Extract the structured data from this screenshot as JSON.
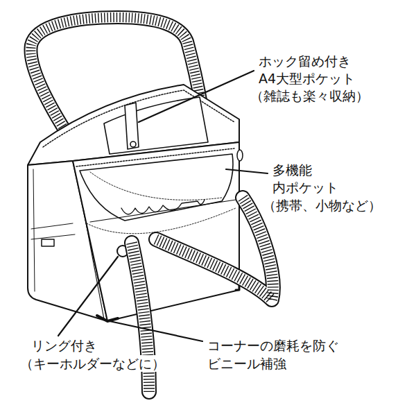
{
  "diagram": {
    "labels": [
      "ホック留め付き",
      "A4大型ポケット",
      "（雑誌も楽々収納）",
      "多機能",
      "内ポケット",
      "（携帯、小物など）",
      "リング付き",
      "（キーホルダーなどに）",
      "コーナーの磨耗を防ぐ",
      "ビニール補強"
    ]
  }
}
